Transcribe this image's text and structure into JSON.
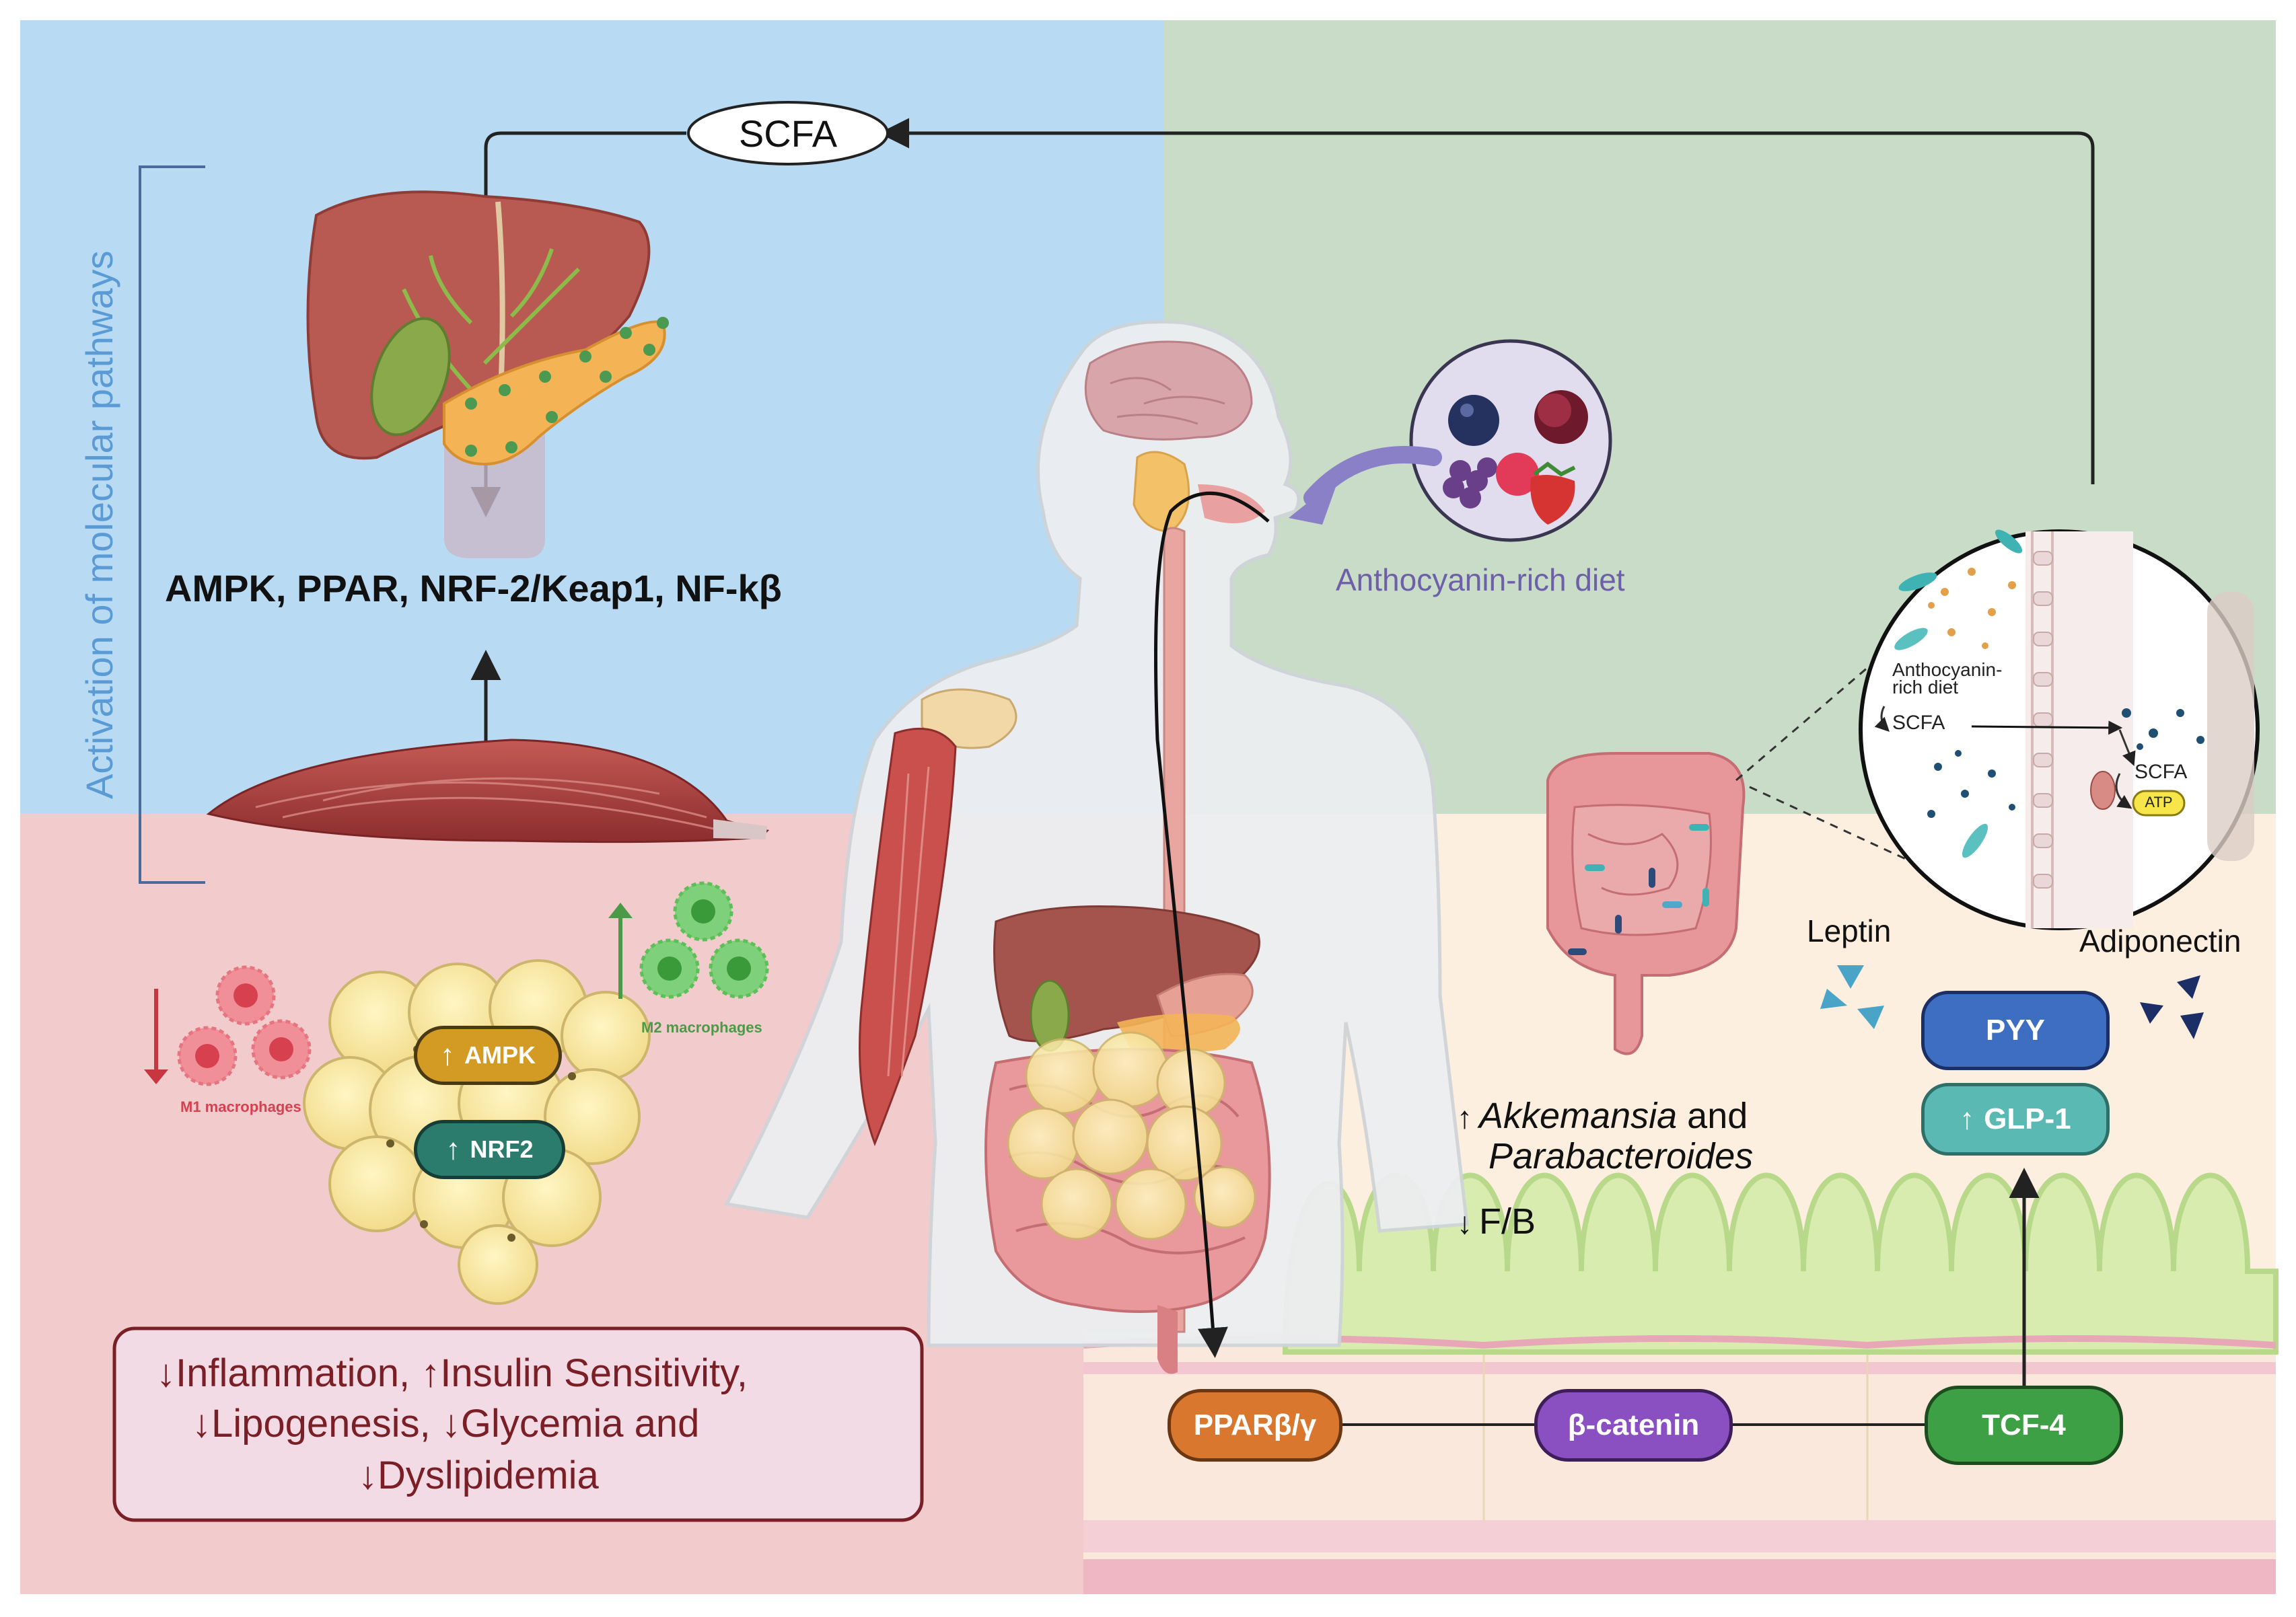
{
  "labels": {
    "scfa_top": "SCFA",
    "molecular_pathways": "AMPK, PPAR, NRF-2/Keap1, NF-kβ",
    "activation_axis": "Activation of molecular pathways",
    "anthocyanin_diet": "Anthocyanin-rich diet",
    "m1_macrophages": "M1 macrophages",
    "m2_macrophages": "M2 macrophages",
    "ampk": "AMPK",
    "nrf2": "NRF2",
    "leptin": "Leptin",
    "adiponectin": "Adiponectin",
    "pyy": "PYY",
    "glp1": "GLP-1",
    "akkemansia": "Akkemansia",
    "and_word": "and",
    "parabacteroides": "Parabacteroides",
    "fb_ratio": "F/B",
    "ppar": "PPARβ/γ",
    "beta_catenin": "β-catenin",
    "tcf4": "TCF-4",
    "inset_diet_line1": "Anthocyanin-",
    "inset_diet_line2": "rich diet",
    "inset_scfa_left": "SCFA",
    "inset_scfa_right": "SCFA",
    "inset_atp": "ATP"
  },
  "outcomes": {
    "line1_a": "Inflammation,",
    "line1_b": "Insulin Sensitivity,",
    "line2_a": "Lipogenesis,",
    "line2_b": "Glycemia and",
    "line3": "Dyslipidemia"
  },
  "arrows": {
    "up": "↑",
    "down": "↓"
  },
  "colors": {
    "quadrant_blue": "#b9daf3",
    "quadrant_green": "#c8dcc7",
    "quadrant_pink": "#f2cccd",
    "quadrant_cream": "#fcefe0",
    "ampk": "#d39a24",
    "nrf2": "#2c7c6e",
    "pyy": "#3d6ec1",
    "glp1": "#5ab9b2",
    "ppar": "#d9772e",
    "beta_catenin": "#8a4fc1",
    "tcf4": "#3ea045",
    "outcome_text": "#7a1f26",
    "diet_text": "#6d5fa8",
    "axis_text": "#5b9bd5"
  }
}
